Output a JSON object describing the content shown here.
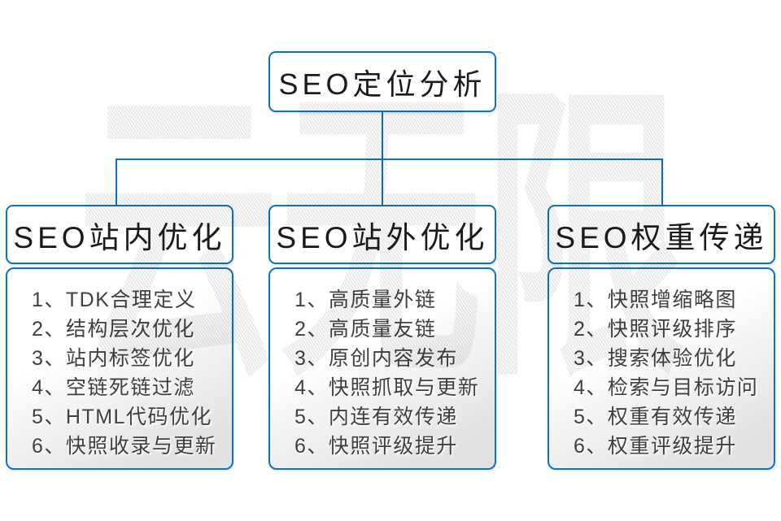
{
  "root": {
    "label": "SEO定位分析"
  },
  "watermark": {
    "text": "云无限"
  },
  "columns": [
    {
      "header": "SEO站内优化",
      "items": [
        "1、TDK合理定义",
        "2、结构层次优化",
        "3、站内标签优化",
        "4、空链死链过滤",
        "5、HTML代码优化",
        "6、快照收录与更新"
      ]
    },
    {
      "header": "SEO站外优化",
      "items": [
        "1、高质量外链",
        "2、高质量友链",
        "3、原创内容发布",
        "4、快照抓取与更新",
        "5、内连有效传递",
        "6、快照评级提升"
      ]
    },
    {
      "header": "SEO权重传递",
      "items": [
        "1、快照增缩略图",
        "2、快照评级排序",
        "3、搜索体验优化",
        "4、检索与目标访问",
        "5、权重有效传递",
        "6、权重评级提升"
      ]
    }
  ],
  "colors": {
    "line_blue": "#0d73c0",
    "heading_text": "#1b1b1b",
    "list_text": "#3f3f3f",
    "box_gradient_gray": "#e2e2e2",
    "watermark_gray": "#e8e8e8"
  }
}
